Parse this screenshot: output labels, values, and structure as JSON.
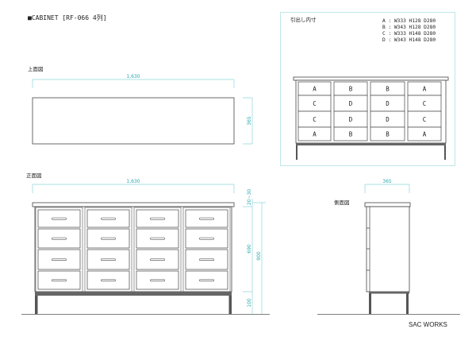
{
  "title": "■CABINET [RF-066 4列]",
  "top_view": {
    "label": "上面図",
    "width_dim": "1,630",
    "depth_dim": "365"
  },
  "front_view": {
    "label": "正面図",
    "width_dim": "1,630",
    "top_dim": "20~30",
    "body_dim": "690",
    "leg_dim": "100",
    "total_dim": "900"
  },
  "side_view": {
    "label": "側面図",
    "depth_dim": "365"
  },
  "drawer_panel": {
    "title": "引出し内寸",
    "specs": [
      "A :  W333 H128 D280",
      "B :  W343 H128 D280",
      "C :  W333 H148 D280",
      "D :  W343 H148 D280"
    ],
    "grid": [
      [
        "A",
        "B",
        "B",
        "A"
      ],
      [
        "C",
        "D",
        "D",
        "C"
      ],
      [
        "C",
        "D",
        "D",
        "C"
      ],
      [
        "A",
        "B",
        "B",
        "A"
      ]
    ]
  },
  "brand": "SAC WORKS",
  "colors": {
    "dimension": "#2aa8b0",
    "panel_border": "#bfe6e8",
    "outline": "#444444"
  }
}
